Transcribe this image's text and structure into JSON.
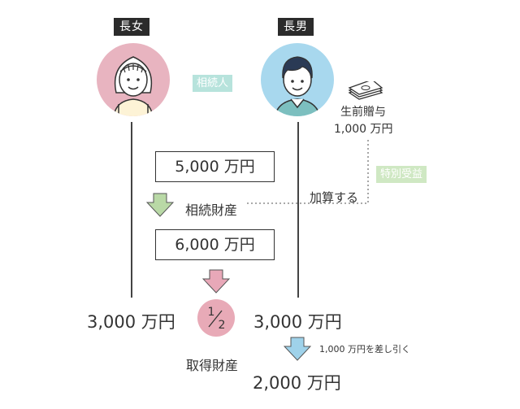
{
  "daughter": {
    "label": "長女",
    "share": "3,000 万円"
  },
  "son": {
    "label": "長男",
    "share": "3,000 万円",
    "final": "2,000 万円"
  },
  "heir_badge": "相続人",
  "gift": {
    "line1": "生前贈与",
    "line2": "1,000 万円"
  },
  "special_benefit": "特別受益",
  "estate_amount": "5,000 万円",
  "estate_label": "相続財産",
  "add_label": "加算する",
  "total_amount": "6,000 万円",
  "fraction": {
    "num": "1",
    "den": "2"
  },
  "acquired_label": "取得財産",
  "deduct_label": "1,000 万円を差し引く",
  "colors": {
    "daughter_circle": "#e8b4c0",
    "son_circle": "#a8d8ee",
    "arrow_green": "#b9d9a6",
    "arrow_pink": "#e8a8b8",
    "arrow_blue": "#9fd2ea",
    "heir_badge": "#b7e3dc",
    "special_badge": "#cfe8c3"
  }
}
